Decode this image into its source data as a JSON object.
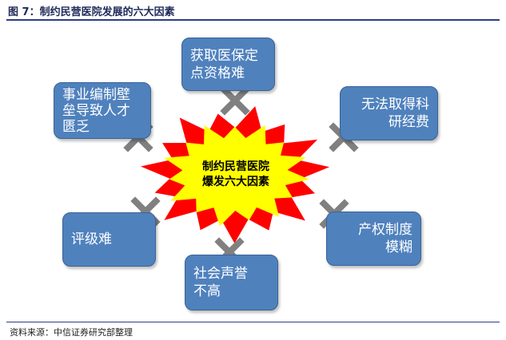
{
  "figure": {
    "title": "图 7：制约民营医院发展的六大因素",
    "source": "资料来源：中信证券研究部整理"
  },
  "center": {
    "line1": "制约民营医院",
    "line2": "爆发六大因素"
  },
  "factors": [
    {
      "line1": "获取医保定",
      "line2": "点资格难",
      "line3": ""
    },
    {
      "line1": "无法取得科",
      "line2": "研经费",
      "line3": ""
    },
    {
      "line1": "产权制度",
      "line2": "模糊",
      "line3": ""
    },
    {
      "line1": "社会声誉",
      "line2": "不高",
      "line3": ""
    },
    {
      "line1": "评级难",
      "line2": "",
      "line3": ""
    },
    {
      "line1": "事业编制壁",
      "line2": "垒导致人才",
      "line3": "匮乏"
    }
  ],
  "colors": {
    "box_fill": "#4f81bd",
    "box_border": "#3a6396",
    "burst_outer": "#ff0000",
    "burst_inner": "#ffff00",
    "cross": "#808080",
    "rule": "#2e3c82"
  },
  "icons": {
    "center": "explosion-burst-icon",
    "connector": "cross-x-icon"
  }
}
